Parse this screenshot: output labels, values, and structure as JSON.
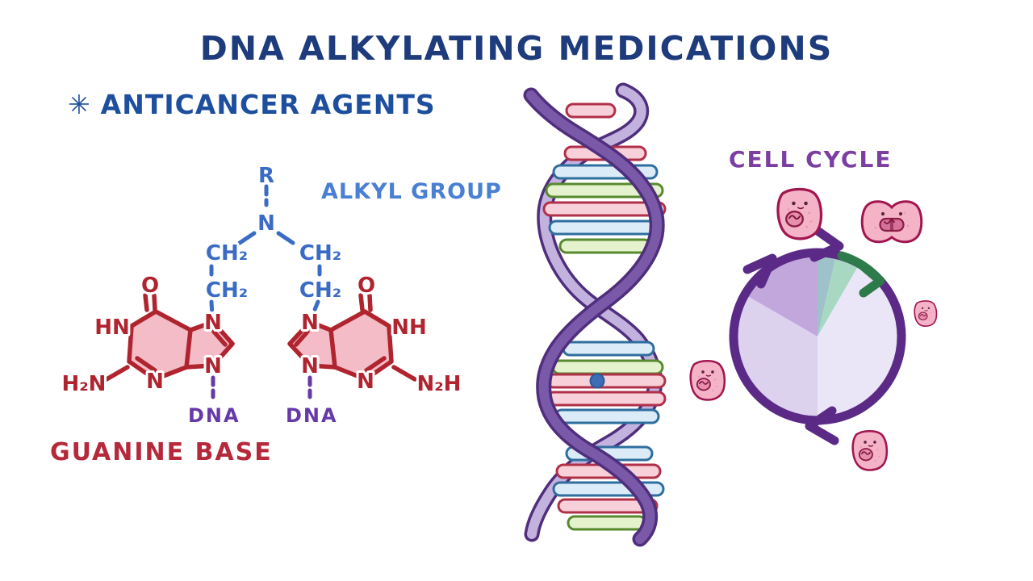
{
  "title": "DNA ALKYLATING MEDICATIONS",
  "annotation": {
    "marker": "✳",
    "label": "ANTICANCER AGENTS"
  },
  "chemistry": {
    "alkyl_group_label": "ALKYL GROUP",
    "guanine_base_label": "GUANINE BASE",
    "left_dna_label": "DNA",
    "right_dna_label": "DNA",
    "atoms": {
      "r": "R",
      "n_center": "N",
      "ch2_left_upper": "CH₂",
      "ch2_left_lower": "CH₂",
      "ch2_right_upper": "CH₂",
      "ch2_right_lower": "CH₂",
      "o_left": "O",
      "hn_left": "HN",
      "h2n_left": "H₂N",
      "n3_left": "N",
      "n7_left": "N",
      "n9_left": "N",
      "o_right": "O",
      "nh_right": "NH",
      "n2h_right": "N₂H",
      "n3_right": "N",
      "n7_right": "N",
      "n9_right": "N"
    }
  },
  "cell_cycle": {
    "label": "CELL CYCLE"
  },
  "palette": {
    "title_blue": "#1e3b7c",
    "agent_blue": "#1d4f9e",
    "alkyl_blue": "#4a80d4",
    "chem_blue": "#3a6cc5",
    "chem_red": "#b0242f",
    "ring_fill_pink": "#f3bcc6",
    "dna_purple": "#6639a8",
    "guanine_red": "#b5293b",
    "cycle_label_purple": "#7b3fa2",
    "cycle_ring_purple": "#5b2a86",
    "wedge_purple": "#c2a7dc",
    "wedge_teal": "#9fc2ca",
    "wedge_mint": "#a8d8c2",
    "wedge_light": "#ebe6f7",
    "wedge_shaded": "#dcd2ee",
    "arrow_green": "#2d7a4a",
    "cell_fill": "#f5b3c8",
    "cell_stroke": "#a1164f",
    "helix_dark": "#7a5aa8",
    "helix_outline": "#4f2f7d",
    "helix_light": "#c3b2de",
    "rung_pink": "#f8d0da",
    "rung_blue": "#dcebf8",
    "rung_green": "#e4f2cd",
    "dot_blue": "#3d6db5"
  }
}
